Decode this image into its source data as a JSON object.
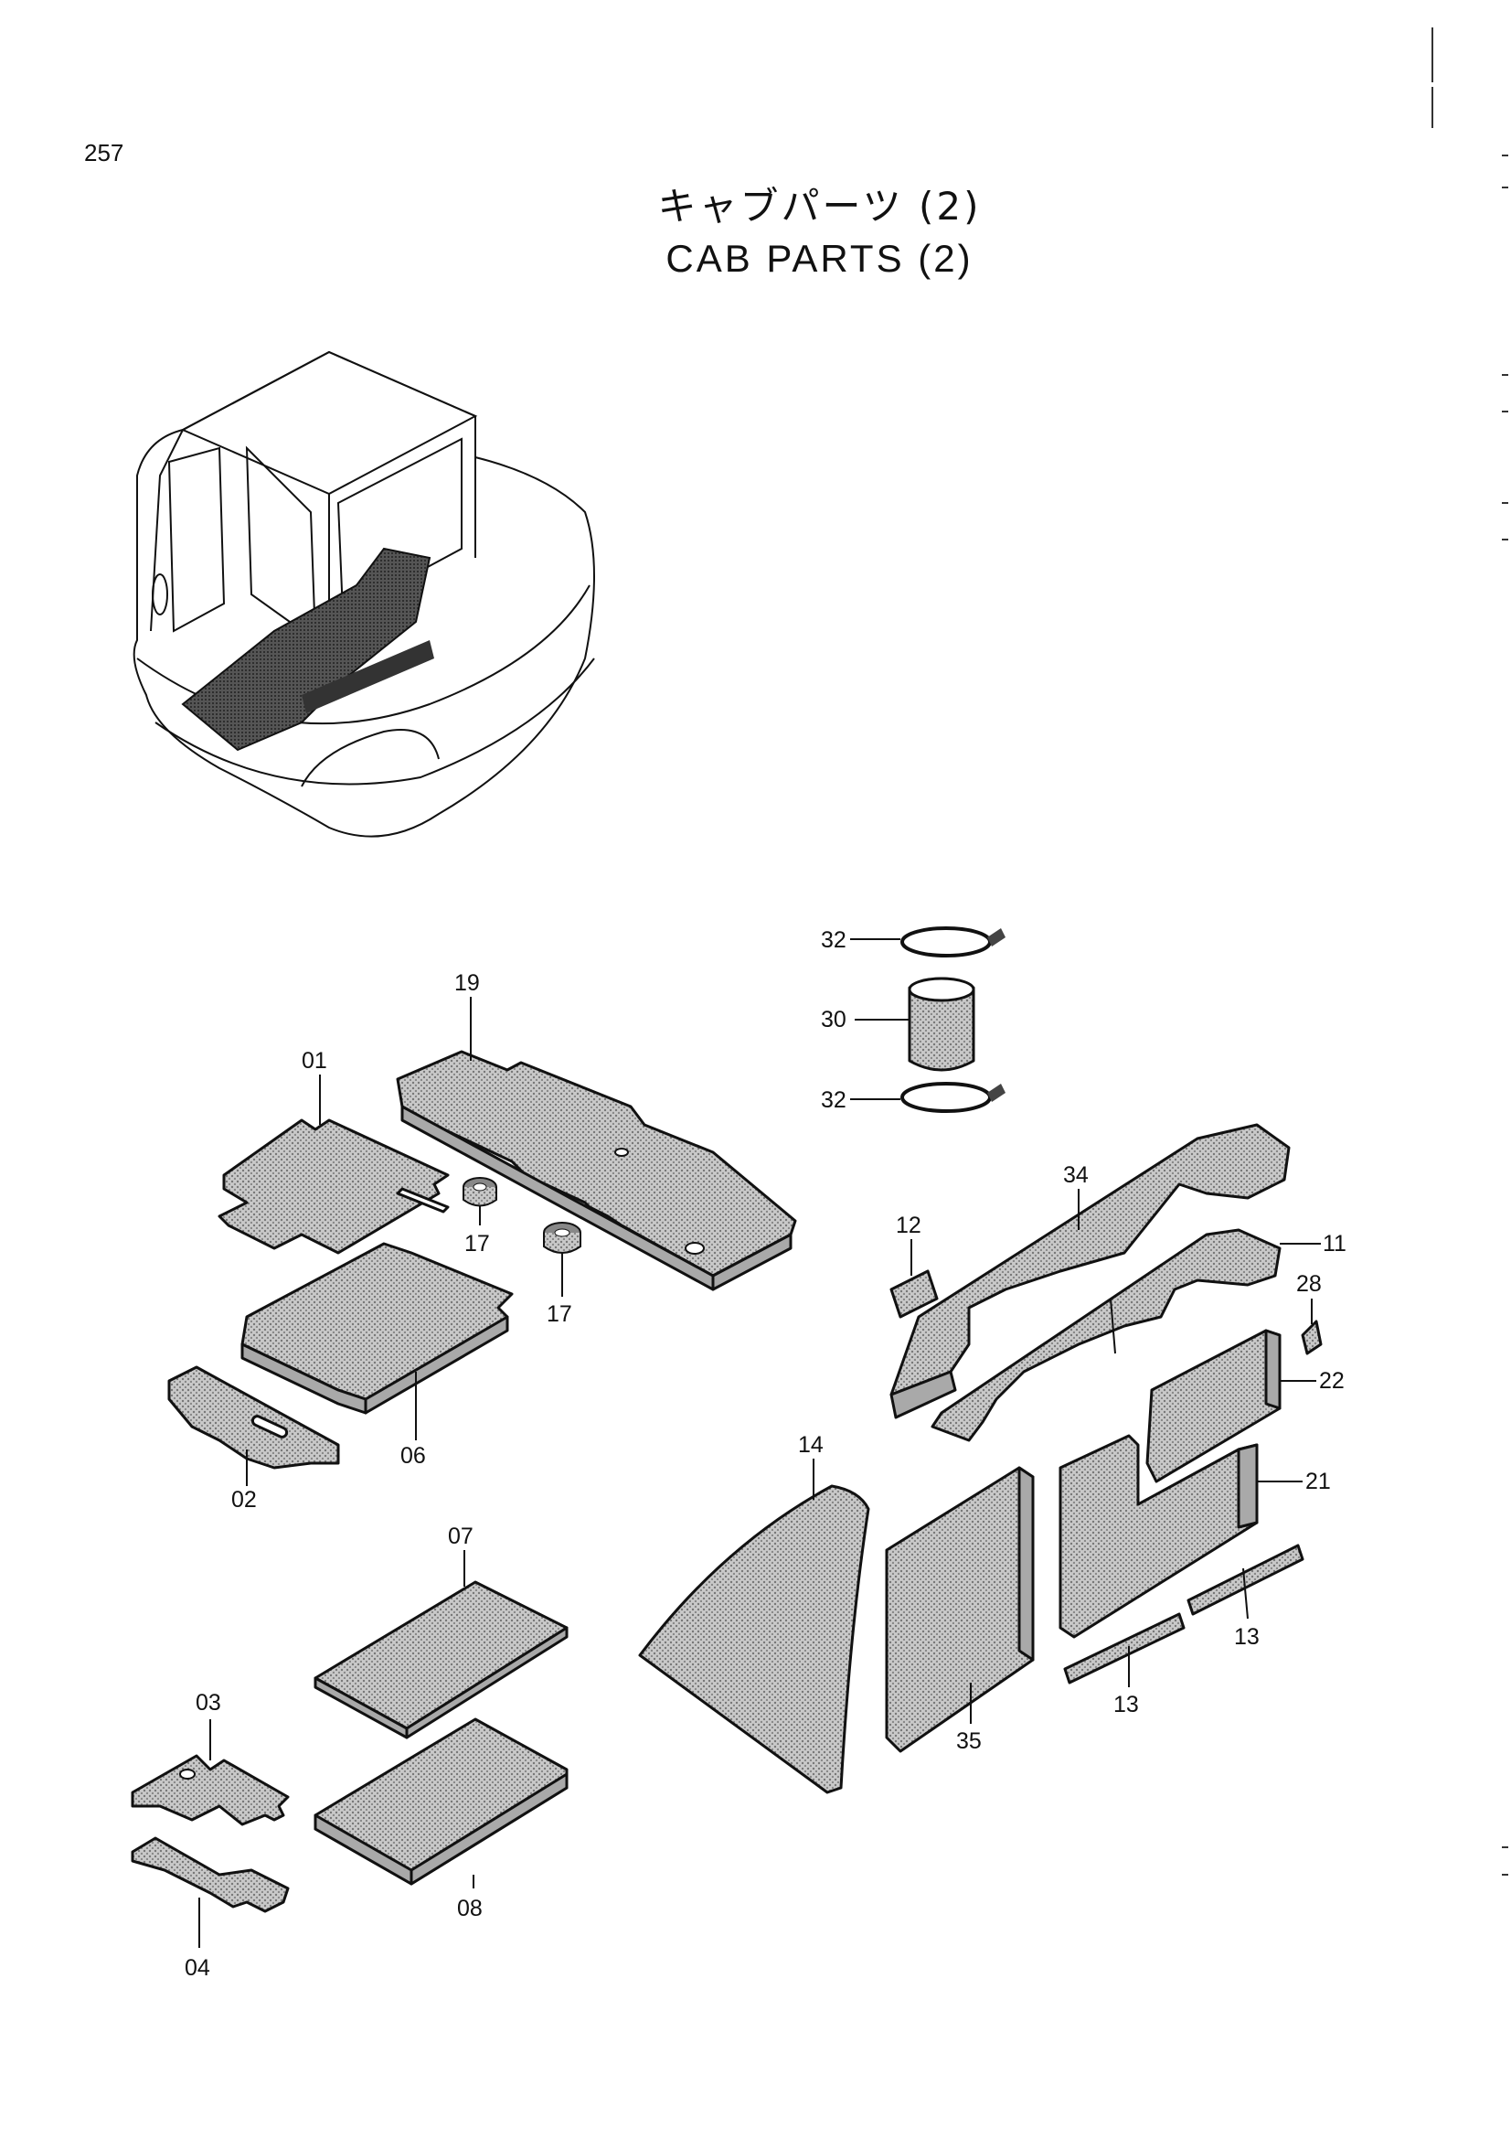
{
  "page": {
    "number": "257"
  },
  "title": {
    "japanese": "キャブパーツ (2)",
    "english": "CAB PARTS (2)"
  },
  "callouts": {
    "p01": "01",
    "p02": "02",
    "p03": "03",
    "p04": "04",
    "p06": "06",
    "p07": "07",
    "p08": "08",
    "p11": "11",
    "p12": "12",
    "p13a": "13",
    "p13b": "13",
    "p14": "14",
    "p17a": "17",
    "p17b": "17",
    "p19": "19",
    "p21": "21",
    "p22": "22",
    "p28": "28",
    "p30": "30",
    "p32a": "32",
    "p32b": "32",
    "p34": "34",
    "p35": "35"
  },
  "colors": {
    "foam_fill": "#b9b9b9",
    "line": "#111111",
    "paper": "#ffffff"
  }
}
